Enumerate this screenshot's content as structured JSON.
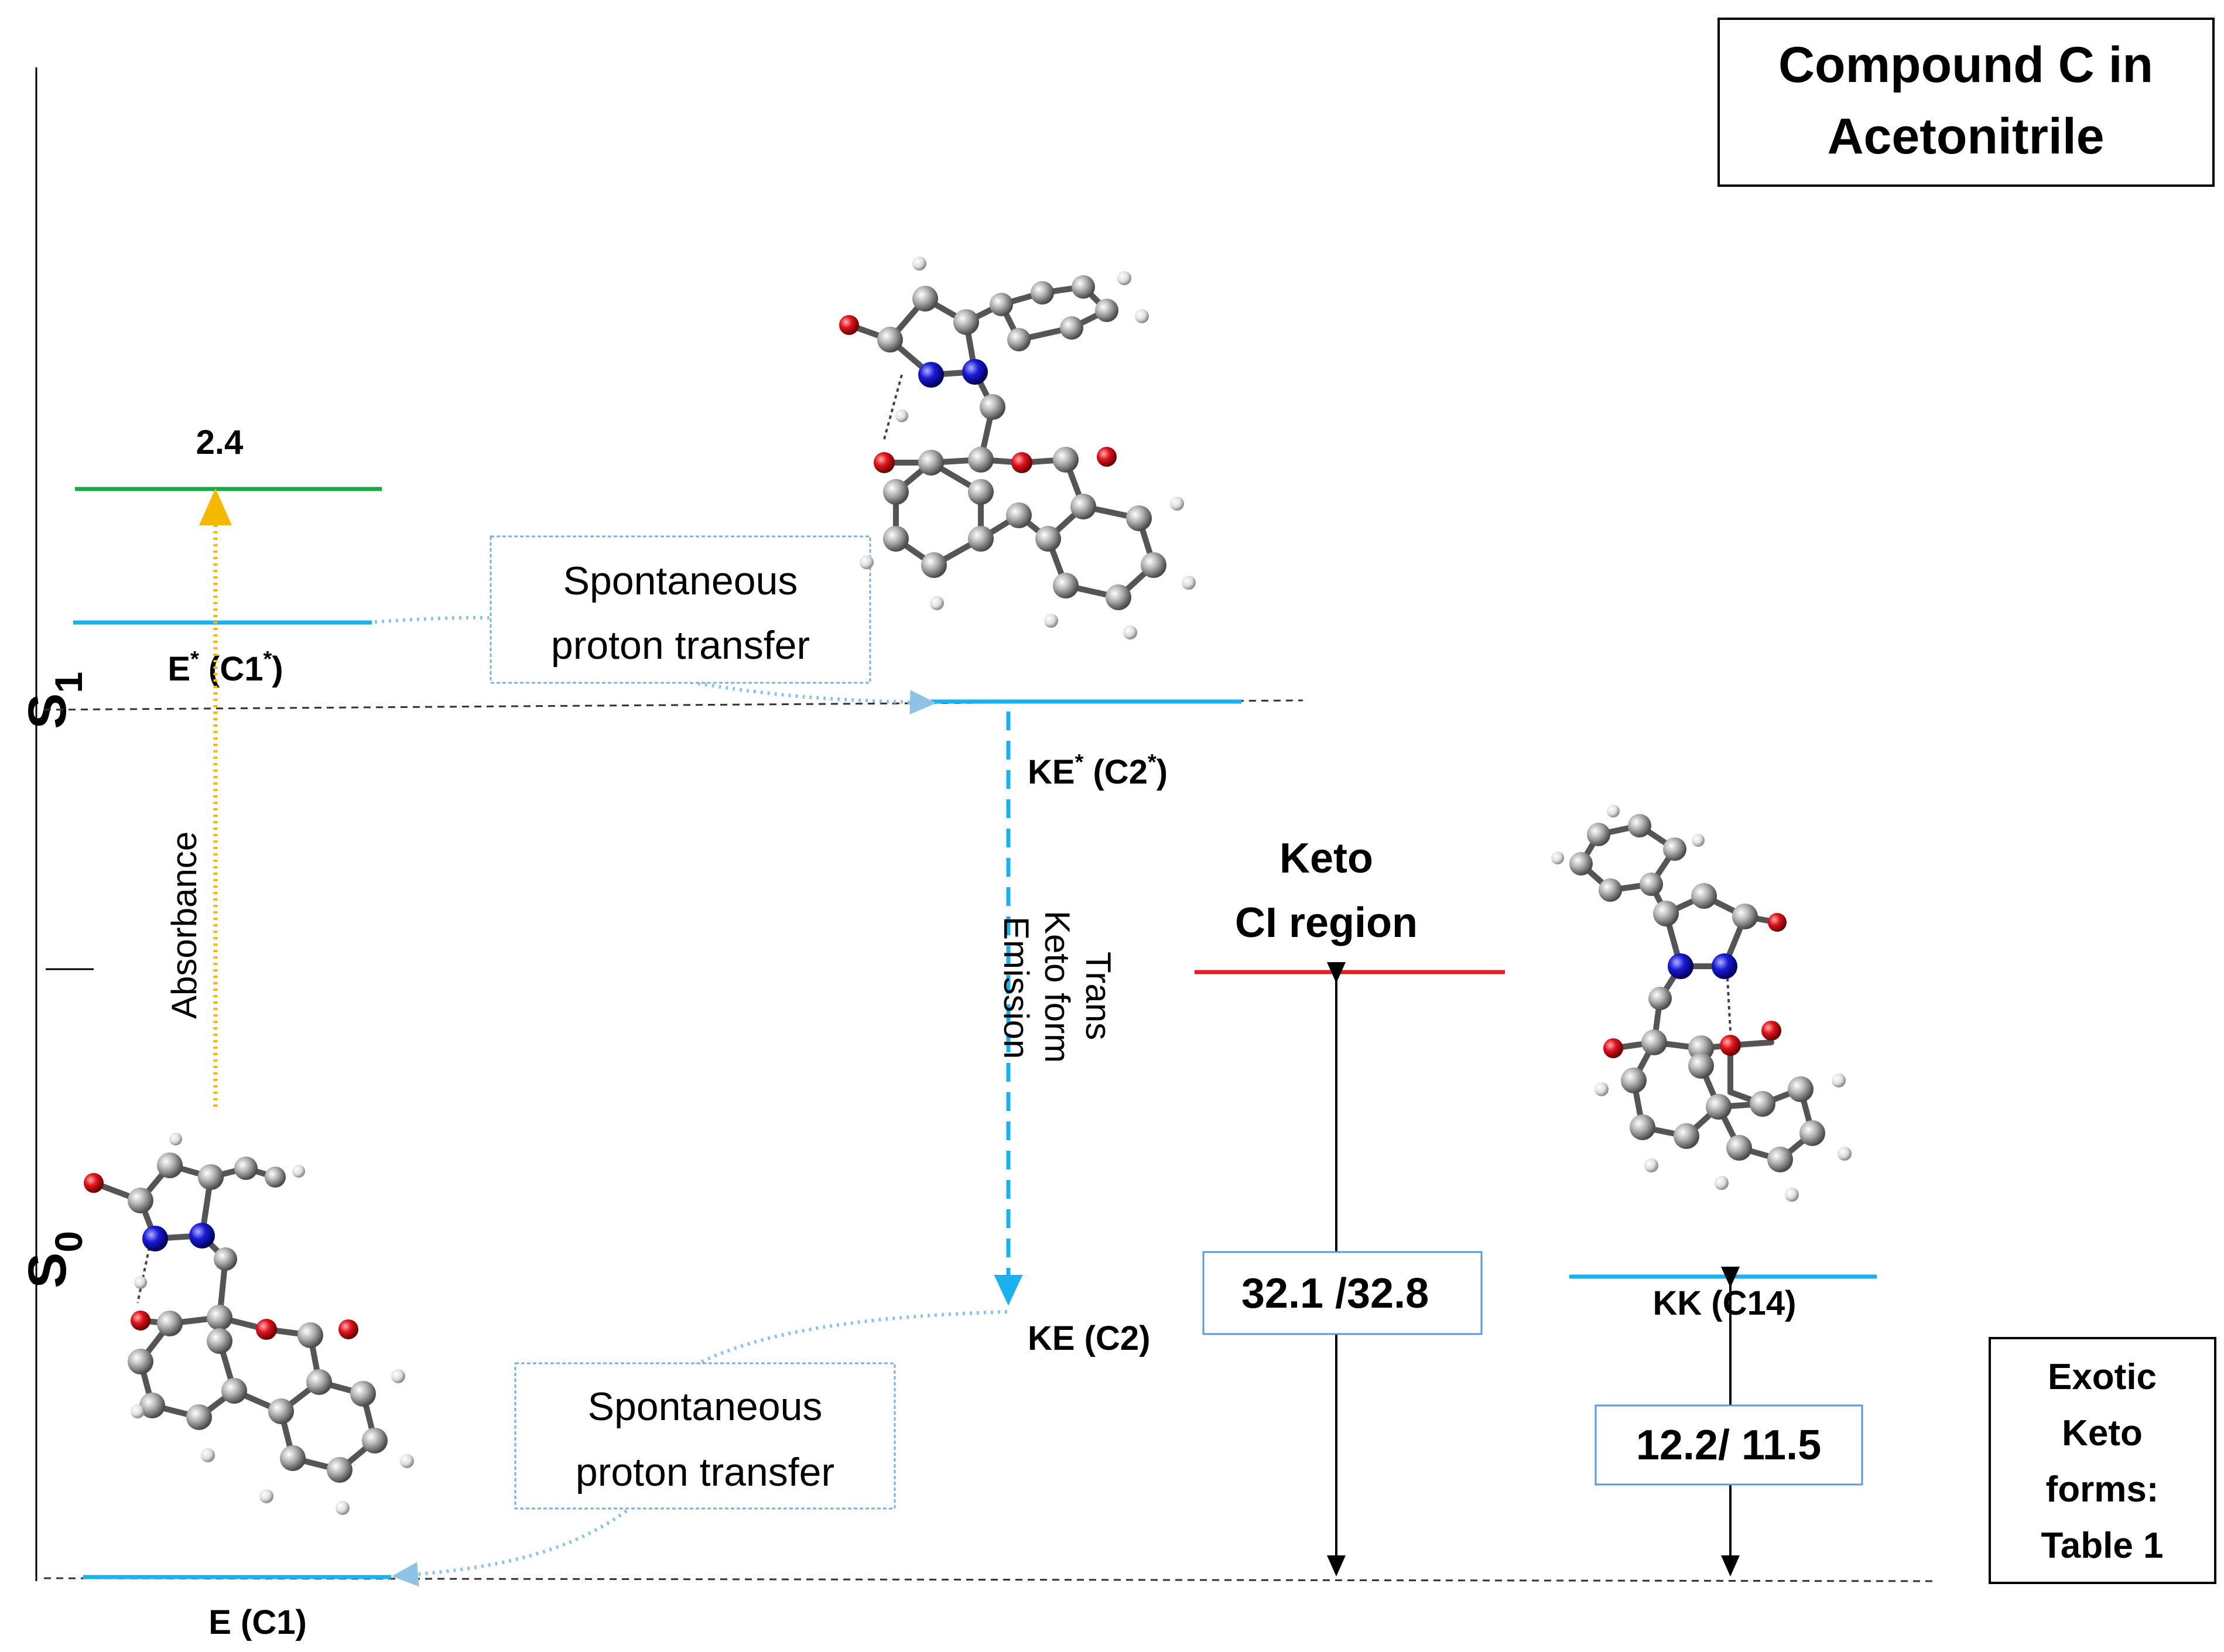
{
  "title": "Compound C in Acetonitrile",
  "title_lines": [
    "Compound C in",
    "Acetonitrile"
  ],
  "states": {
    "s1": "S",
    "s1_sub": "1",
    "s0": "S",
    "s0_sub": "0"
  },
  "levels": {
    "top_energy": "2.4",
    "e_star_pre": "E",
    "e_star_sup": "*",
    "e_star_mid": " (C1",
    "e_star_sup2": "*",
    "e_star_post": ")",
    "ke_star_pre": "KE",
    "ke_star_sup": "*",
    "ke_star_mid": " (C2",
    "ke_star_sup2": "*",
    "ke_star_post": ")",
    "ke": "KE (C2)",
    "e": "E (C1)",
    "kk": "KK (C14)"
  },
  "process_labels": {
    "absorbance": "Absorbance",
    "emission_lines": [
      "Trans",
      "Keto form",
      "Emission"
    ],
    "spt_top": [
      "Spontaneous",
      "proton transfer"
    ],
    "spt_bottom": [
      "Spontaneous",
      "proton transfer"
    ]
  },
  "ci_region": [
    "Keto",
    "CI region"
  ],
  "energy_boxes": {
    "ci": "32.1 /32.8",
    "kk": "12.2/ 11.5"
  },
  "exotic_box": [
    "Exotic",
    "Keto",
    "forms:",
    "Table 1"
  ],
  "colors": {
    "level_blue": "#1ab2ec",
    "level_green": "#1aa84a",
    "level_red": "#e31e24",
    "absorb_arrow": "#f5b800",
    "emission_arrow": "#1ab2ec",
    "spt_arrow": "#8ec3e6",
    "oxygen": "#e0141e",
    "nitrogen": "#1a1ad6",
    "carbon": "#9a9a9a",
    "hydrogen": "#d8d8d8"
  }
}
